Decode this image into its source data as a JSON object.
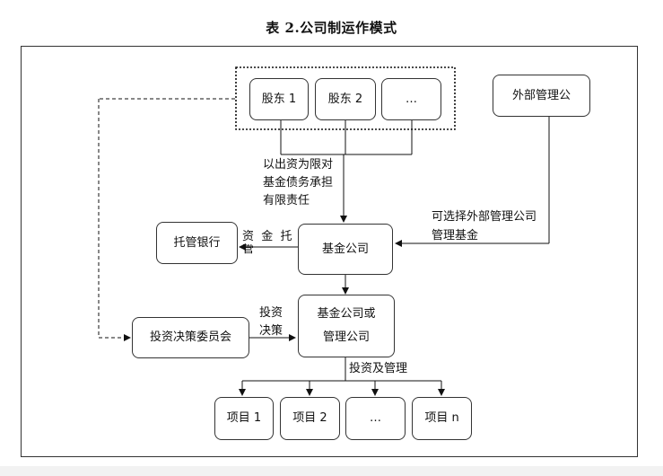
{
  "title": "表 2.公司制运作模式",
  "nodes": {
    "shareholder1": "股东 1",
    "shareholder2": "股东 2",
    "shareholder_more": "…",
    "external_manager": "外部管理公",
    "custodian_bank": "托管银行",
    "fund_company": "基金公司",
    "fund_or_manager_line1": "基金公司或",
    "fund_or_manager_line2": "管理公司",
    "investment_committee": "投资决策委员会",
    "project1": "项目 1",
    "project2": "项目 2",
    "project_more": "…",
    "projectn": "项目 n"
  },
  "labels": {
    "liability_line1": "以出资为限对",
    "liability_line2": "基金债务承担",
    "liability_line3": "有限责任",
    "external_line1": "可选择外部管理公司",
    "external_line2": "管理基金",
    "custody_line1": "资  金  托",
    "custody_line2": "管",
    "decision_line1": "投资",
    "decision_line2": "决策",
    "invest_manage": "投资及管理"
  }
}
